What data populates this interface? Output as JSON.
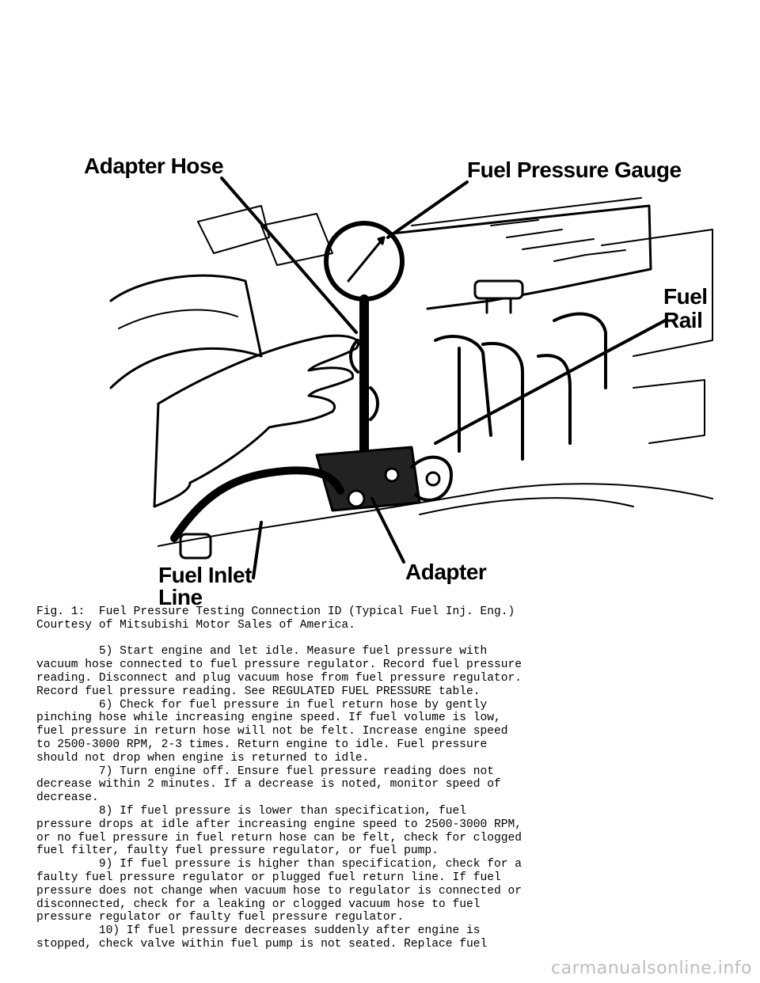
{
  "figure": {
    "callouts": {
      "adapter_hose": "Adapter Hose",
      "fuel_pressure_gauge": "Fuel Pressure Gauge",
      "fuel_rail_1": "Fuel",
      "fuel_rail_2": "Rail",
      "fuel_inlet_line_1": "Fuel Inlet",
      "fuel_inlet_line_2": "Line",
      "adapter": "Adapter"
    },
    "caption": "Fig. 1:  Fuel Pressure Testing Connection ID (Typical Fuel Inj. Eng.)",
    "courtesy": "Courtesy of Mitsubishi Motor Sales of America."
  },
  "body_lines": [
    "",
    "         5) Start engine and let idle. Measure fuel pressure with",
    "vacuum hose connected to fuel pressure regulator. Record fuel pressure",
    "reading. Disconnect and plug vacuum hose from fuel pressure regulator.",
    "Record fuel pressure reading. See REGULATED FUEL PRESSURE table.",
    "         6) Check for fuel pressure in fuel return hose by gently",
    "pinching hose while increasing engine speed. If fuel volume is low,",
    "fuel pressure in return hose will not be felt. Increase engine speed",
    "to 2500-3000 RPM, 2-3 times. Return engine to idle. Fuel pressure",
    "should not drop when engine is returned to idle.",
    "         7) Turn engine off. Ensure fuel pressure reading does not",
    "decrease within 2 minutes. If a decrease is noted, monitor speed of",
    "decrease.",
    "         8) If fuel pressure is lower than specification, fuel",
    "pressure drops at idle after increasing engine speed to 2500-3000 RPM,",
    "or no fuel pressure in fuel return hose can be felt, check for clogged",
    "fuel filter, faulty fuel pressure regulator, or fuel pump.",
    "         9) If fuel pressure is higher than specification, check for a",
    "faulty fuel pressure regulator or plugged fuel return line. If fuel",
    "pressure does not change when vacuum hose to regulator is connected or",
    "disconnected, check for a leaking or clogged vacuum hose to fuel",
    "pressure regulator or faulty fuel pressure regulator.",
    "         10) If fuel pressure decreases suddenly after engine is",
    "stopped, check valve within fuel pump is not seated. Replace fuel"
  ],
  "watermark": "carmanualsonline.info"
}
